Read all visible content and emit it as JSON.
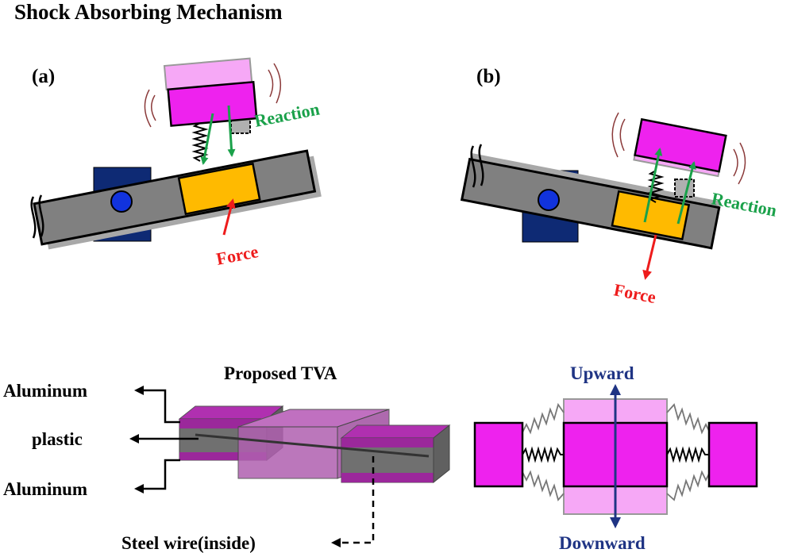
{
  "title": "Shock Absorbing Mechanism",
  "panel_a": {
    "label": "(a)",
    "reaction": "Reaction",
    "force": "Force"
  },
  "panel_b": {
    "label": "(b)",
    "reaction": "Reaction",
    "force": "Force"
  },
  "tva": {
    "title": "Proposed TVA",
    "aluminum_top": "Aluminum",
    "plastic": "plastic",
    "aluminum_bottom": "Aluminum",
    "steel_wire": "Steel wire(inside)"
  },
  "motion": {
    "upward": "Upward",
    "downward": "Downward"
  },
  "colors": {
    "magenta": "#ee22ee",
    "pink": "#f6a8f6",
    "gray": "#808080",
    "orange": "#ffba00",
    "navy": "#0e2a74",
    "blue": "#1133dd",
    "green": "#1aa14a",
    "red": "#ee1c1c",
    "arrow_navy": "#1f3484"
  }
}
